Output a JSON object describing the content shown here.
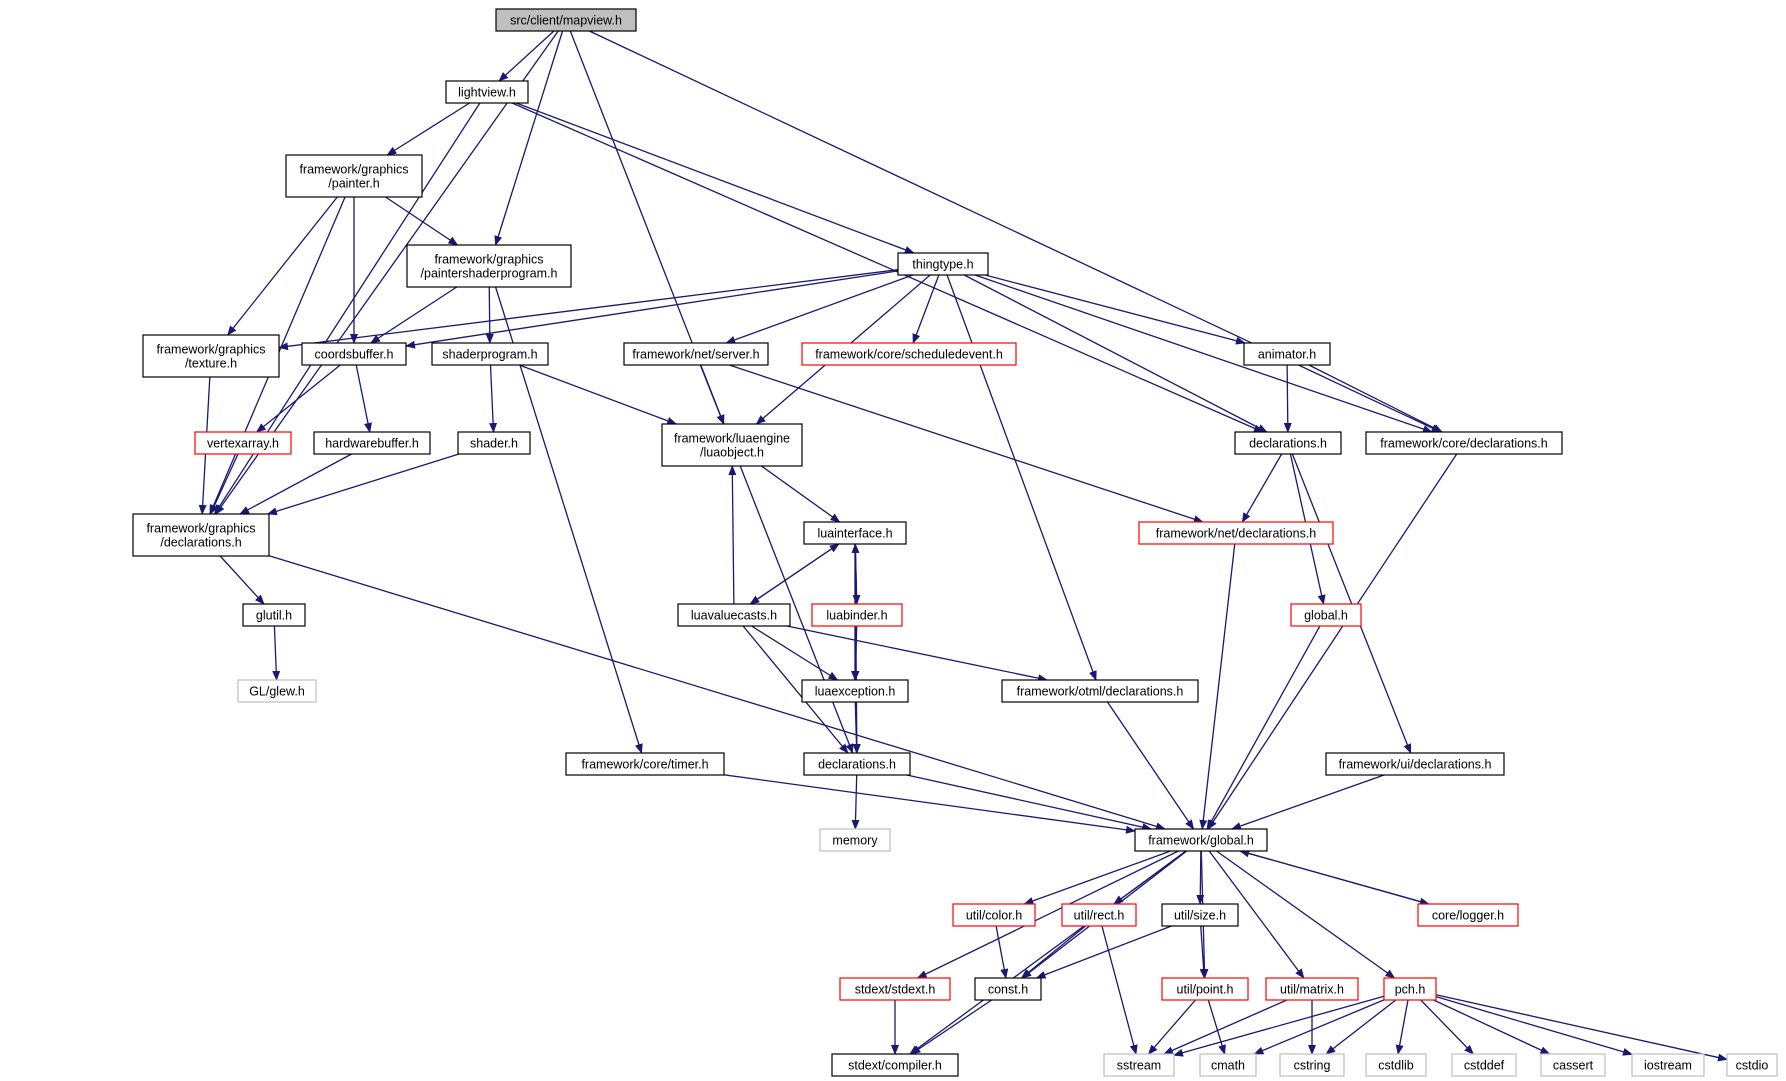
{
  "colors": {
    "edge": "#191970",
    "normal_border": "#000000",
    "red_border": "#ff0000",
    "gray_border": "#bfbfbf",
    "root_fill": "#bfbfbf",
    "fill": "#ffffff"
  },
  "nodes": [
    {
      "id": "mapview",
      "lines": [
        "src/client/mapview.h"
      ],
      "style": "root"
    },
    {
      "id": "lightview",
      "lines": [
        "lightview.h"
      ],
      "style": "normal"
    },
    {
      "id": "fw_graphics_painter",
      "lines": [
        "framework/graphics",
        "/painter.h"
      ],
      "style": "normal"
    },
    {
      "id": "paintershaderprogram",
      "lines": [
        "framework/graphics",
        "/paintershaderprogram.h"
      ],
      "style": "normal"
    },
    {
      "id": "thingtype",
      "lines": [
        "thingtype.h"
      ],
      "style": "normal"
    },
    {
      "id": "fw_graphics_texture",
      "lines": [
        "framework/graphics",
        "/texture.h"
      ],
      "style": "normal"
    },
    {
      "id": "coordsbuffer",
      "lines": [
        "coordsbuffer.h"
      ],
      "style": "normal"
    },
    {
      "id": "shaderprogram",
      "lines": [
        "shaderprogram.h"
      ],
      "style": "normal"
    },
    {
      "id": "fw_net_server",
      "lines": [
        "framework/net/server.h"
      ],
      "style": "normal"
    },
    {
      "id": "fw_core_scheduledevent",
      "lines": [
        "framework/core/scheduledevent.h"
      ],
      "style": "red"
    },
    {
      "id": "animator",
      "lines": [
        "animator.h"
      ],
      "style": "normal"
    },
    {
      "id": "vertexarray",
      "lines": [
        "vertexarray.h"
      ],
      "style": "red"
    },
    {
      "id": "hardwarebuffer",
      "lines": [
        "hardwarebuffer.h"
      ],
      "style": "normal"
    },
    {
      "id": "shader",
      "lines": [
        "shader.h"
      ],
      "style": "normal"
    },
    {
      "id": "fw_luaengine_luaobject",
      "lines": [
        "framework/luaengine",
        "/luaobject.h"
      ],
      "style": "normal"
    },
    {
      "id": "declarations_client",
      "lines": [
        "declarations.h"
      ],
      "style": "normal"
    },
    {
      "id": "fw_core_declarations",
      "lines": [
        "framework/core/declarations.h"
      ],
      "style": "normal"
    },
    {
      "id": "fw_graphics_declarations",
      "lines": [
        "framework/graphics",
        "/declarations.h"
      ],
      "style": "normal"
    },
    {
      "id": "luainterface",
      "lines": [
        "luainterface.h"
      ],
      "style": "normal"
    },
    {
      "id": "fw_net_declarations",
      "lines": [
        "framework/net/declarations.h"
      ],
      "style": "red"
    },
    {
      "id": "glutil",
      "lines": [
        "glutil.h"
      ],
      "style": "normal"
    },
    {
      "id": "luavaluecasts",
      "lines": [
        "luavaluecasts.h"
      ],
      "style": "normal"
    },
    {
      "id": "luabinder",
      "lines": [
        "luabinder.h"
      ],
      "style": "red"
    },
    {
      "id": "global_client",
      "lines": [
        "global.h"
      ],
      "style": "red"
    },
    {
      "id": "gl_glew",
      "lines": [
        "GL/glew.h"
      ],
      "style": "gray"
    },
    {
      "id": "luaexception",
      "lines": [
        "luaexception.h"
      ],
      "style": "normal"
    },
    {
      "id": "fw_otml_declarations",
      "lines": [
        "framework/otml/declarations.h"
      ],
      "style": "normal"
    },
    {
      "id": "fw_core_timer",
      "lines": [
        "framework/core/timer.h"
      ],
      "style": "normal"
    },
    {
      "id": "declarations_lua",
      "lines": [
        "declarations.h"
      ],
      "style": "normal"
    },
    {
      "id": "fw_ui_declarations",
      "lines": [
        "framework/ui/declarations.h"
      ],
      "style": "normal"
    },
    {
      "id": "memory",
      "lines": [
        "memory"
      ],
      "style": "gray"
    },
    {
      "id": "fw_global",
      "lines": [
        "framework/global.h"
      ],
      "style": "normal"
    },
    {
      "id": "util_color",
      "lines": [
        "util/color.h"
      ],
      "style": "red"
    },
    {
      "id": "util_rect",
      "lines": [
        "util/rect.h"
      ],
      "style": "red"
    },
    {
      "id": "util_size",
      "lines": [
        "util/size.h"
      ],
      "style": "normal"
    },
    {
      "id": "core_logger",
      "lines": [
        "core/logger.h"
      ],
      "style": "red"
    },
    {
      "id": "stdext_stdext",
      "lines": [
        "stdext/stdext.h"
      ],
      "style": "red"
    },
    {
      "id": "const",
      "lines": [
        "const.h"
      ],
      "style": "normal"
    },
    {
      "id": "util_point",
      "lines": [
        "util/point.h"
      ],
      "style": "red"
    },
    {
      "id": "util_matrix",
      "lines": [
        "util/matrix.h"
      ],
      "style": "red"
    },
    {
      "id": "pch",
      "lines": [
        "pch.h"
      ],
      "style": "red"
    },
    {
      "id": "stdext_compiler",
      "lines": [
        "stdext/compiler.h"
      ],
      "style": "normal"
    },
    {
      "id": "sstream",
      "lines": [
        "sstream"
      ],
      "style": "gray"
    },
    {
      "id": "cmath",
      "lines": [
        "cmath"
      ],
      "style": "gray"
    },
    {
      "id": "cstring",
      "lines": [
        "cstring"
      ],
      "style": "gray"
    },
    {
      "id": "cstdlib",
      "lines": [
        "cstdlib"
      ],
      "style": "gray"
    },
    {
      "id": "cstddef",
      "lines": [
        "cstddef"
      ],
      "style": "gray"
    },
    {
      "id": "cassert",
      "lines": [
        "cassert"
      ],
      "style": "gray"
    },
    {
      "id": "iostream",
      "lines": [
        "iostream"
      ],
      "style": "gray"
    },
    {
      "id": "cstdio",
      "lines": [
        "cstdio"
      ],
      "style": "gray"
    }
  ],
  "edges": [
    [
      "mapview",
      "lightview"
    ],
    [
      "mapview",
      "paintershaderprogram"
    ],
    [
      "mapview",
      "fw_graphics_declarations"
    ],
    [
      "mapview",
      "fw_luaengine_luaobject"
    ],
    [
      "mapview",
      "fw_core_declarations"
    ],
    [
      "lightview",
      "fw_graphics_painter"
    ],
    [
      "lightview",
      "thingtype"
    ],
    [
      "lightview",
      "fw_graphics_declarations"
    ],
    [
      "lightview",
      "declarations_client"
    ],
    [
      "fw_graphics_painter",
      "paintershaderprogram"
    ],
    [
      "fw_graphics_painter",
      "coordsbuffer"
    ],
    [
      "fw_graphics_painter",
      "fw_graphics_texture"
    ],
    [
      "fw_graphics_painter",
      "fw_graphics_declarations"
    ],
    [
      "paintershaderprogram",
      "coordsbuffer"
    ],
    [
      "paintershaderprogram",
      "shaderprogram"
    ],
    [
      "paintershaderprogram",
      "fw_core_timer"
    ],
    [
      "thingtype",
      "fw_graphics_texture"
    ],
    [
      "thingtype",
      "coordsbuffer"
    ],
    [
      "thingtype",
      "fw_net_server"
    ],
    [
      "thingtype",
      "fw_core_scheduledevent"
    ],
    [
      "thingtype",
      "animator"
    ],
    [
      "thingtype",
      "declarations_client"
    ],
    [
      "thingtype",
      "fw_core_declarations"
    ],
    [
      "thingtype",
      "fw_luaengine_luaobject"
    ],
    [
      "thingtype",
      "fw_otml_declarations"
    ],
    [
      "fw_graphics_texture",
      "fw_graphics_declarations"
    ],
    [
      "coordsbuffer",
      "vertexarray"
    ],
    [
      "coordsbuffer",
      "hardwarebuffer"
    ],
    [
      "shaderprogram",
      "shader"
    ],
    [
      "shaderprogram",
      "fw_luaengine_luaobject"
    ],
    [
      "fw_net_server",
      "fw_luaengine_luaobject"
    ],
    [
      "fw_net_server",
      "fw_net_declarations"
    ],
    [
      "animator",
      "declarations_client"
    ],
    [
      "animator",
      "fw_core_declarations"
    ],
    [
      "vertexarray",
      "fw_graphics_declarations"
    ],
    [
      "hardwarebuffer",
      "fw_graphics_declarations"
    ],
    [
      "shader",
      "fw_graphics_declarations"
    ],
    [
      "fw_luaengine_luaobject",
      "luainterface"
    ],
    [
      "fw_luaengine_luaobject",
      "declarations_lua"
    ],
    [
      "declarations_client",
      "fw_net_declarations"
    ],
    [
      "declarations_client",
      "global_client"
    ],
    [
      "declarations_client",
      "fw_ui_declarations"
    ],
    [
      "fw_core_declarations",
      "fw_global"
    ],
    [
      "fw_graphics_declarations",
      "glutil"
    ],
    [
      "fw_graphics_declarations",
      "fw_global"
    ],
    [
      "luainterface",
      "luavaluecasts"
    ],
    [
      "luainterface",
      "luabinder"
    ],
    [
      "luainterface",
      "luaexception"
    ],
    [
      "luainterface",
      "declarations_lua"
    ],
    [
      "fw_net_declarations",
      "fw_global"
    ],
    [
      "glutil",
      "gl_glew"
    ],
    [
      "luavaluecasts",
      "fw_luaengine_luaobject"
    ],
    [
      "luavaluecasts",
      "luainterface"
    ],
    [
      "luavaluecasts",
      "luaexception"
    ],
    [
      "luavaluecasts",
      "declarations_lua"
    ],
    [
      "luavaluecasts",
      "fw_otml_declarations"
    ],
    [
      "luabinder",
      "luainterface"
    ],
    [
      "luabinder",
      "luaexception"
    ],
    [
      "global_client",
      "fw_global"
    ],
    [
      "luaexception",
      "declarations_lua"
    ],
    [
      "fw_otml_declarations",
      "fw_global"
    ],
    [
      "fw_core_timer",
      "fw_global"
    ],
    [
      "declarations_lua",
      "memory"
    ],
    [
      "declarations_lua",
      "fw_global"
    ],
    [
      "fw_ui_declarations",
      "fw_global"
    ],
    [
      "fw_global",
      "util_color"
    ],
    [
      "fw_global",
      "util_rect"
    ],
    [
      "fw_global",
      "util_size"
    ],
    [
      "fw_global",
      "core_logger"
    ],
    [
      "fw_global",
      "stdext_stdext"
    ],
    [
      "fw_global",
      "const"
    ],
    [
      "fw_global",
      "util_point"
    ],
    [
      "fw_global",
      "util_matrix"
    ],
    [
      "fw_global",
      "pch"
    ],
    [
      "fw_global",
      "stdext_compiler"
    ],
    [
      "core_logger",
      "fw_global"
    ],
    [
      "util_color",
      "const"
    ],
    [
      "util_rect",
      "const"
    ],
    [
      "util_rect",
      "sstream"
    ],
    [
      "util_size",
      "const"
    ],
    [
      "util_size",
      "util_point"
    ],
    [
      "stdext_stdext",
      "stdext_compiler"
    ],
    [
      "const",
      "stdext_compiler"
    ],
    [
      "util_point",
      "sstream"
    ],
    [
      "util_point",
      "cmath"
    ],
    [
      "util_matrix",
      "sstream"
    ],
    [
      "util_matrix",
      "cstring"
    ],
    [
      "pch",
      "sstream"
    ],
    [
      "pch",
      "cmath"
    ],
    [
      "pch",
      "cstring"
    ],
    [
      "pch",
      "cstdlib"
    ],
    [
      "pch",
      "cstddef"
    ],
    [
      "pch",
      "cassert"
    ],
    [
      "pch",
      "iostream"
    ],
    [
      "pch",
      "cstdio"
    ]
  ]
}
